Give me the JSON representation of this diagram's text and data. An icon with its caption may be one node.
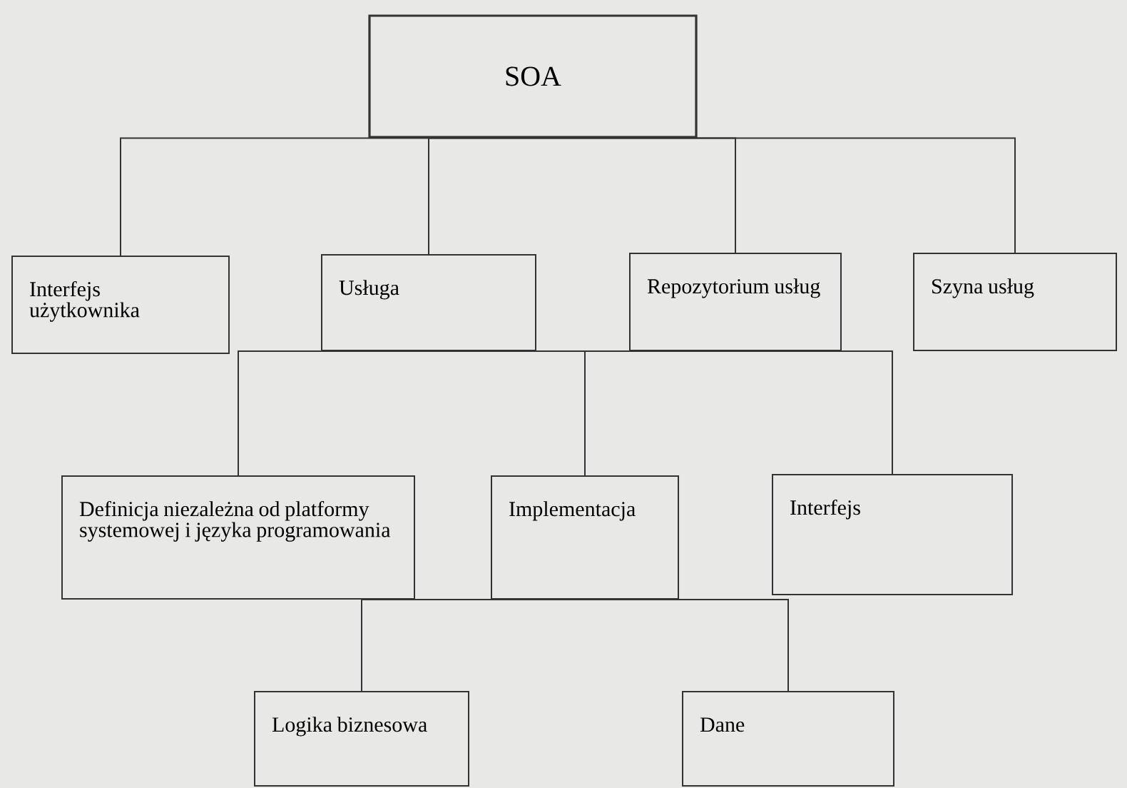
{
  "diagram": {
    "nodes": [
      {
        "text": [
          "SOA"
        ]
      },
      {
        "text": [
          "Interfejs użytkownika"
        ]
      },
      {
        "text": [
          "Usługa"
        ]
      },
      {
        "text": [
          "Repozytorium usług"
        ]
      },
      {
        "text": [
          "Szyna usług"
        ]
      },
      {
        "text": [
          "Definicja niezależna od platformy systemowej i języka programowania"
        ]
      },
      {
        "text": [
          "Implementacja"
        ]
      },
      {
        "text": [
          "Interfejs"
        ]
      },
      {
        "text": [
          "Logika biznesowa"
        ]
      },
      {
        "text": [
          "Dane"
        ]
      }
    ],
    "edges": [
      {
        "from": 0,
        "to": 1,
        "arrow": "none"
      },
      {
        "from": 0,
        "to": 2,
        "arrow": "none"
      },
      {
        "from": 0,
        "to": 3,
        "arrow": "none"
      },
      {
        "from": 0,
        "to": 4,
        "arrow": "none"
      },
      {
        "from": 2,
        "to": 5,
        "arrow": "none"
      },
      {
        "from": 2,
        "to": 6,
        "arrow": "none"
      },
      {
        "from": 2,
        "to": 7,
        "arrow": "none"
      },
      {
        "from": 6,
        "to": 8,
        "arrow": "none"
      },
      {
        "from": 6,
        "to": 9,
        "arrow": "none"
      }
    ]
  }
}
